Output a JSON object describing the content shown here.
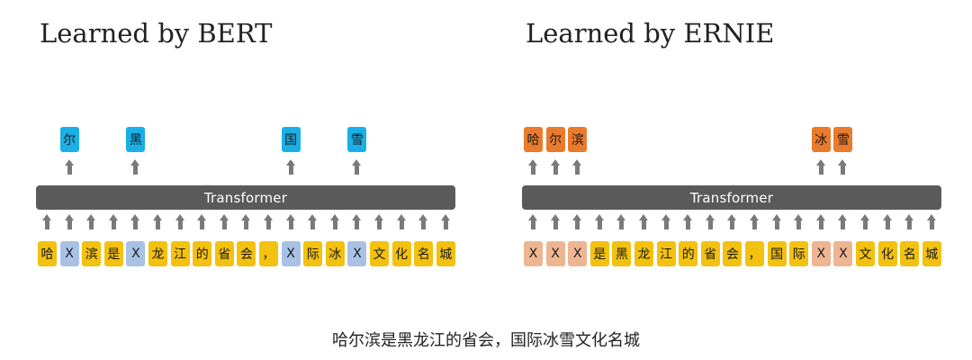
{
  "colors": {
    "bert_token": "#f3c10f",
    "bert_masked": "#a9c1e5",
    "bert_prediction": "#1ab0e7",
    "ernie_token": "#f3c10f",
    "ernie_masked": "#eeb592",
    "ernie_prediction": "#ea7a2c",
    "transformer": "#5a5a5a",
    "arrow": "#7a7a7a"
  },
  "icons": {
    "arrow": "up-arrow-icon"
  },
  "panels": [
    {
      "id": "bert",
      "title": "Learned by BERT",
      "transformer_label": "Transformer",
      "inputs": [
        {
          "text": "哈",
          "masked": false
        },
        {
          "text": "X",
          "masked": true
        },
        {
          "text": "滨",
          "masked": false
        },
        {
          "text": "是",
          "masked": false
        },
        {
          "text": "X",
          "masked": true
        },
        {
          "text": "龙",
          "masked": false
        },
        {
          "text": "江",
          "masked": false
        },
        {
          "text": "的",
          "masked": false
        },
        {
          "text": "省",
          "masked": false
        },
        {
          "text": "会",
          "masked": false
        },
        {
          "text": "，",
          "masked": false
        },
        {
          "text": "X",
          "masked": true
        },
        {
          "text": "际",
          "masked": false
        },
        {
          "text": "冰",
          "masked": false
        },
        {
          "text": "X",
          "masked": true
        },
        {
          "text": "文",
          "masked": false
        },
        {
          "text": "化",
          "masked": false
        },
        {
          "text": "名",
          "masked": false
        },
        {
          "text": "城",
          "masked": false
        }
      ],
      "predictions": [
        {
          "index": 1,
          "text": "尔"
        },
        {
          "index": 4,
          "text": "黑"
        },
        {
          "index": 11,
          "text": "国"
        },
        {
          "index": 14,
          "text": "雪"
        }
      ]
    },
    {
      "id": "ernie",
      "title": "Learned by ERNIE",
      "transformer_label": "Transformer",
      "inputs": [
        {
          "text": "X",
          "masked": true
        },
        {
          "text": "X",
          "masked": true
        },
        {
          "text": "X",
          "masked": true
        },
        {
          "text": "是",
          "masked": false
        },
        {
          "text": "黑",
          "masked": false
        },
        {
          "text": "龙",
          "masked": false
        },
        {
          "text": "江",
          "masked": false
        },
        {
          "text": "的",
          "masked": false
        },
        {
          "text": "省",
          "masked": false
        },
        {
          "text": "会",
          "masked": false
        },
        {
          "text": "，",
          "masked": false
        },
        {
          "text": "国",
          "masked": false
        },
        {
          "text": "际",
          "masked": false
        },
        {
          "text": "X",
          "masked": true
        },
        {
          "text": "X",
          "masked": true
        },
        {
          "text": "文",
          "masked": false
        },
        {
          "text": "化",
          "masked": false
        },
        {
          "text": "名",
          "masked": false
        },
        {
          "text": "城",
          "masked": false
        }
      ],
      "predictions": [
        {
          "index": 0,
          "text": "哈"
        },
        {
          "index": 1,
          "text": "尔"
        },
        {
          "index": 2,
          "text": "滨"
        },
        {
          "index": 13,
          "text": "冰"
        },
        {
          "index": 14,
          "text": "雪"
        }
      ]
    }
  ],
  "caption": "哈尔滨是黑龙江的省会，国际冰雪文化名城"
}
